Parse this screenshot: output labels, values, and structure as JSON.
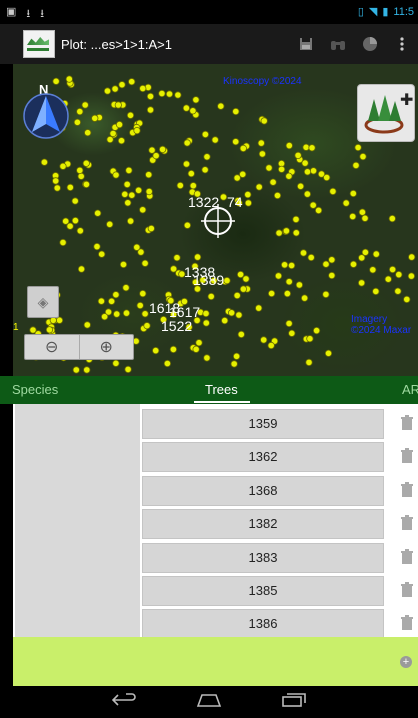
{
  "status": {
    "time": "11:5",
    "left_icons": [
      "image-icon",
      "download-icon",
      "download-icon"
    ],
    "right_icons": [
      "vibrate-icon",
      "wifi-icon",
      "battery-icon"
    ]
  },
  "actionbar": {
    "title": "Plot: ...es>1>1:A>1",
    "icons": [
      "save-icon",
      "binoculars-icon",
      "chart-icon",
      "overflow-menu-icon"
    ]
  },
  "map": {
    "compass_letter": "N",
    "labels": [
      {
        "text": "1322"
      },
      {
        "text": "74"
      },
      {
        "text": "1338"
      },
      {
        "text": "1389"
      },
      {
        "text": "1618"
      },
      {
        "text": "1617"
      },
      {
        "text": "1522"
      }
    ],
    "blue_text_top": "Kinoscopy ©2024",
    "blue_text_bottom": "Imagery ©2024 Maxar",
    "yellow_digit": "1"
  },
  "tabs": [
    {
      "label": "Species",
      "active": false
    },
    {
      "label": "Trees",
      "active": true
    },
    {
      "label": "AR",
      "active": false
    }
  ],
  "trees": [
    {
      "id": "1359"
    },
    {
      "id": "1362"
    },
    {
      "id": "1368"
    },
    {
      "id": "1382"
    },
    {
      "id": "1383"
    },
    {
      "id": "1385"
    },
    {
      "id": "1386"
    }
  ],
  "colors": {
    "tab_bar": "#0d5a16",
    "tree_marker": "#e6f000",
    "bottom_bar": "#c9ef6a",
    "accent": "#33b5e5"
  }
}
